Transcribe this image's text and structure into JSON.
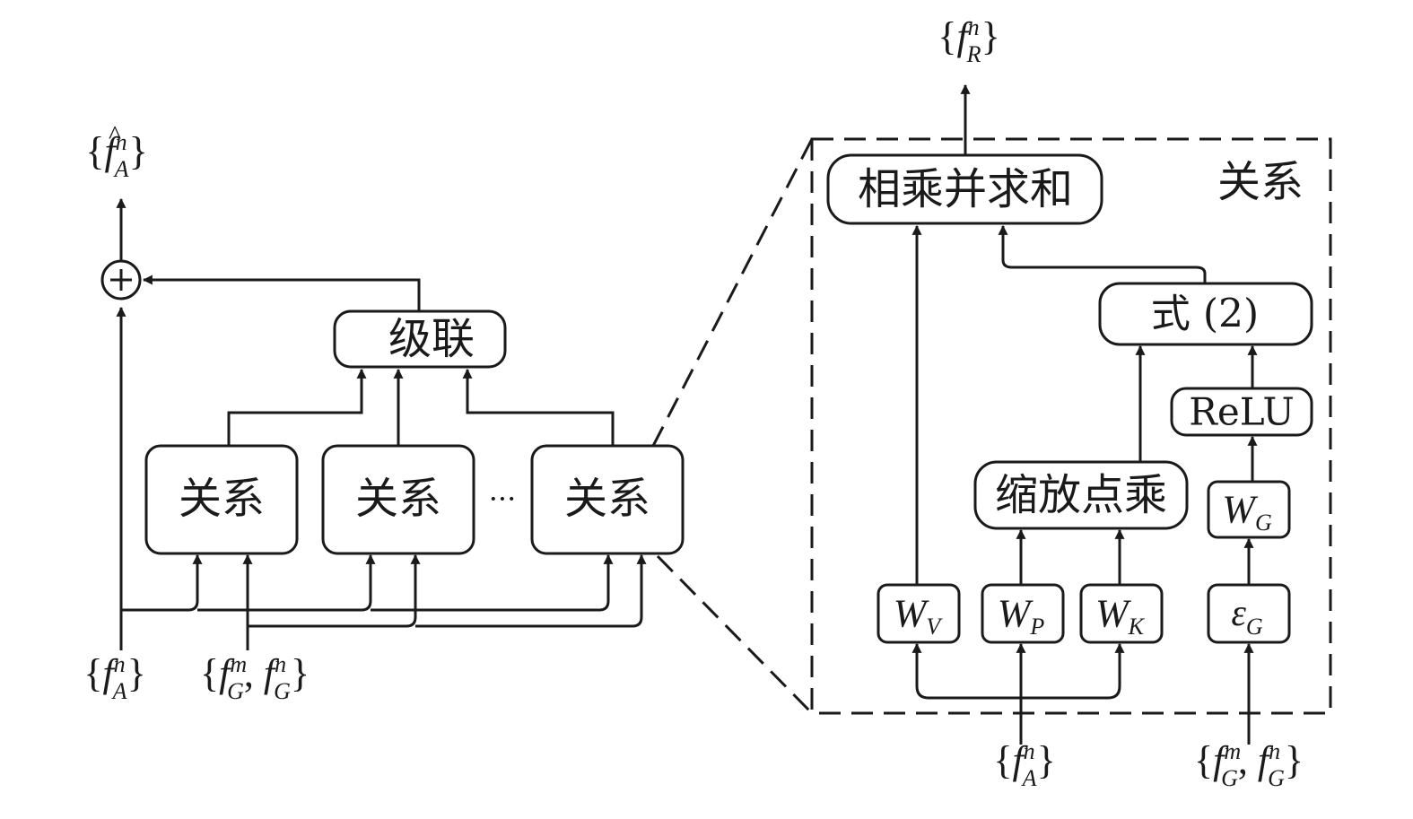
{
  "left": {
    "relation_label": "关系",
    "ellipsis": "···",
    "concat_label": "级联",
    "output_label": "{f̂ⁿ_A}",
    "input_a_label": "{fⁿ_A}",
    "input_g_label": "{fᵐ_G, fⁿ_G}"
  },
  "right": {
    "panel_title": "关系",
    "sum_label": "相乘并求和",
    "formula_label": "式 (2)",
    "relu_label": "ReLU",
    "scaled_dot_label": "缩放点乘",
    "weights": {
      "wv": "W_V",
      "wp": "W_P",
      "wk": "W_K",
      "wg": "W_G",
      "eg": "ε_G"
    },
    "output_label": "{fⁿ_R}",
    "input_a_label": "{fⁿ_A}",
    "input_g_label": "{fᵐ_G, fⁿ_G}"
  },
  "colors": {
    "stroke": "#1a1a1a",
    "background": "#ffffff"
  },
  "icons": {
    "sum": "circle-plus-icon",
    "arrow": "arrow-head-icon"
  }
}
